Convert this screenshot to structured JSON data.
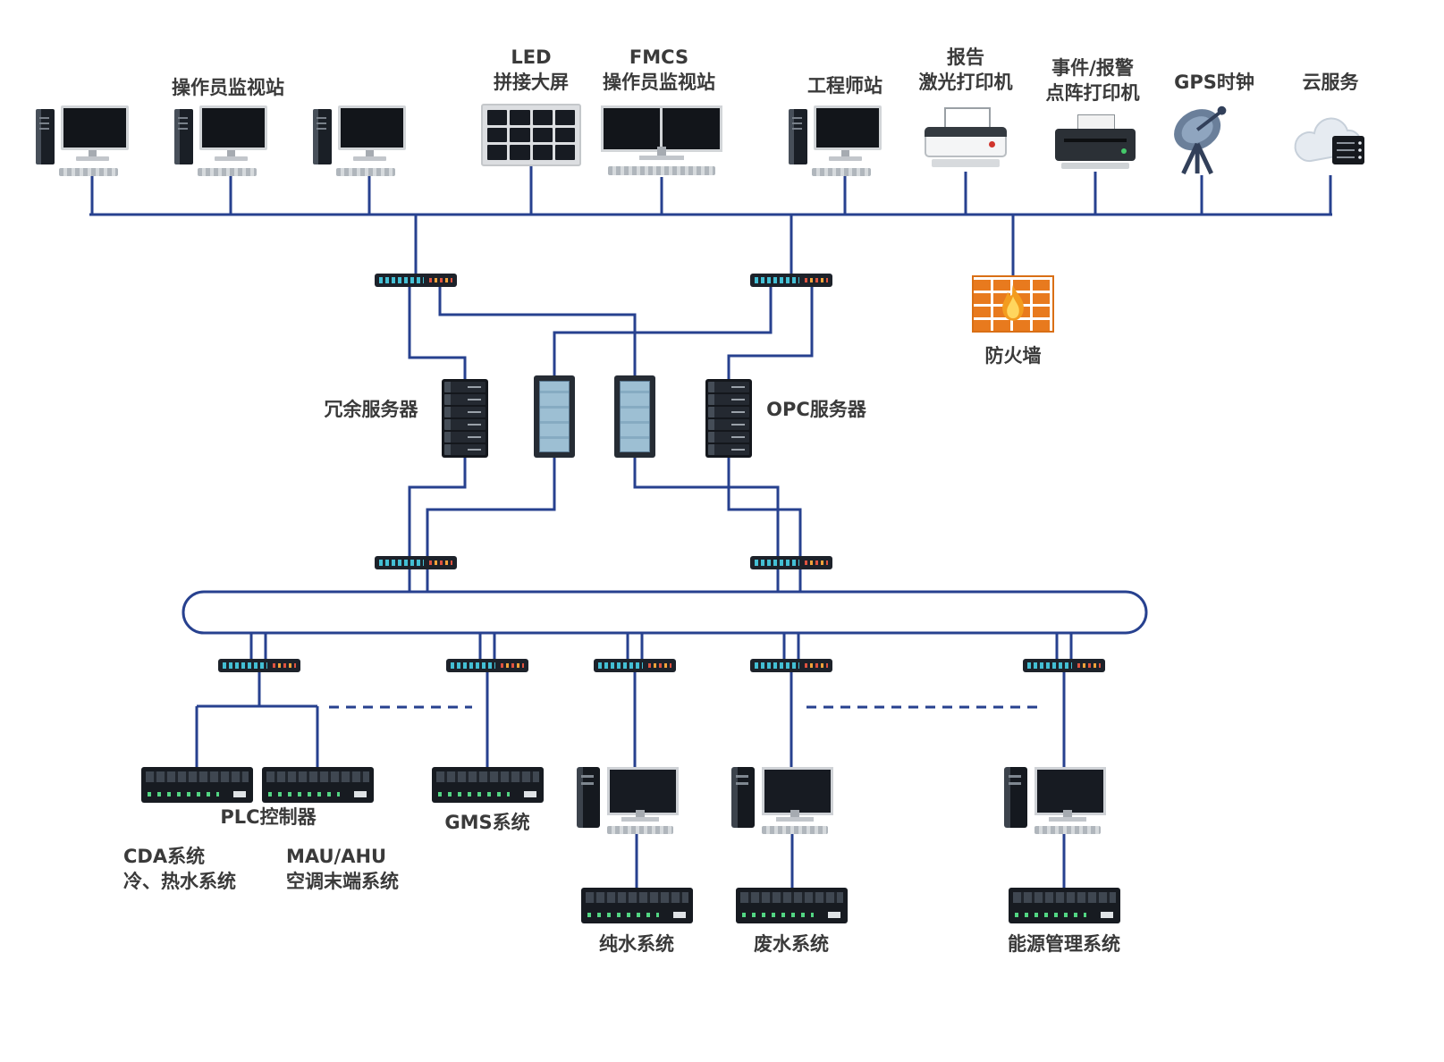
{
  "labels": {
    "operator_station": "操作员监视站",
    "led_wall": {
      "line1": "LED",
      "line2": "拼接大屏"
    },
    "fmcs_station": {
      "line1": "FMCS",
      "line2": "操作员监视站"
    },
    "engineer_station": "工程师站",
    "laser_printer": {
      "line1": "报告",
      "line2": "激光打印机"
    },
    "dot_matrix_printer": {
      "line1": "事件/报警",
      "line2": "点阵打印机"
    },
    "gps_clock": "GPS时钟",
    "cloud_service": "云服务",
    "firewall": "防火墙",
    "redundant_server": "冗余服务器",
    "opc_server": "OPC服务器",
    "plc_controller": "PLC控制器",
    "gms_system": "GMS系统",
    "cda_system": {
      "line1": "CDA系统",
      "line2": "冷、热水系统"
    },
    "mau_ahu": {
      "line1": "MAU/AHU",
      "line2": "空调末端系统"
    },
    "pure_water": "纯水系统",
    "waste_water": "废水系统",
    "energy_mgmt": "能源管理系统"
  },
  "colors": {
    "connection_line": "#27418f",
    "firewall_brick": "#e87a1e",
    "flame": "#f39c1f",
    "switch_ports": "#43bfd4",
    "text": "#3a3a3a"
  }
}
